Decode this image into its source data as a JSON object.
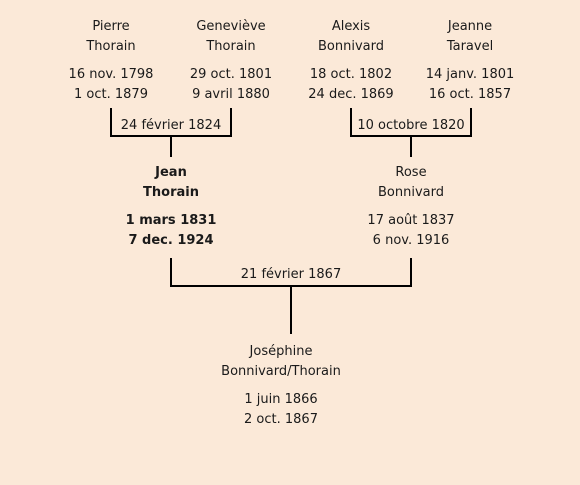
{
  "grandparents_paternal": [
    {
      "first": "Pierre",
      "last": "Thorain",
      "birth": "16 nov. 1798",
      "death": "1 oct. 1879"
    },
    {
      "first": "Geneviève",
      "last": "Thorain",
      "birth": "29 oct. 1801",
      "death": "9 avril 1880"
    }
  ],
  "grandparents_maternal": [
    {
      "first": "Alexis",
      "last": "Bonnivard",
      "birth": "18 oct. 1802",
      "death": "24 dec. 1869"
    },
    {
      "first": "Jeanne",
      "last": "Taravel",
      "birth": "14 janv. 1801",
      "death": "16 oct. 1857"
    }
  ],
  "marriage_paternal": "24 février 1824",
  "marriage_maternal": "10 octobre 1820",
  "father": {
    "first": "Jean",
    "last": "Thorain",
    "birth": "1 mars 1831",
    "death": "7 dec. 1924"
  },
  "mother": {
    "first": "Rose",
    "last": "Bonnivard",
    "birth": "17 août 1837",
    "death": "6 nov. 1916"
  },
  "marriage_parents": "21 février 1867",
  "child": {
    "first": "Joséphine",
    "last": "Bonnivard/Thorain",
    "birth": "1 juin 1866",
    "death": "2 oct. 1867"
  }
}
